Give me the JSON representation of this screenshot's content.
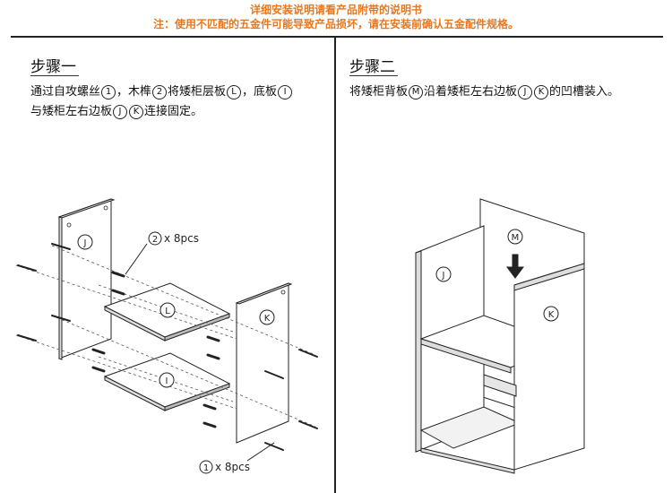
{
  "header": {
    "line1": "详细安装说明请看产品附带的说明书",
    "line2": "注：使用不匹配的五金件可能导致产品损坏，请在安装前确认五金配件规格。"
  },
  "step1": {
    "title": "步骤一",
    "desc_line1_a": "通过自攻螺丝",
    "desc_line1_b": "，木榫",
    "desc_line1_c": "将矮柜层板",
    "desc_line1_d": "，底板",
    "desc_line2_a": "与矮柜左右边板",
    "desc_line2_b": "连接固定。",
    "circ_1": "1",
    "circ_2": "2",
    "circ_L": "L",
    "circ_I": "I",
    "circ_J": "J",
    "circ_K": "K",
    "label_wood_dowel_qty": "x 8pcs",
    "label_screw_qty": "x 8pcs"
  },
  "step2": {
    "title": "步骤二",
    "desc_a": "将矮柜背板",
    "desc_b": "沿着矮柜左右边板",
    "desc_c": "的凹槽装入。",
    "circ_M": "M",
    "circ_J": "J",
    "circ_K": "K"
  },
  "colors": {
    "header_text": "#e8781e",
    "line": "#222222",
    "panel_fill": "#ffffff",
    "shade": "#d9d9d9"
  }
}
